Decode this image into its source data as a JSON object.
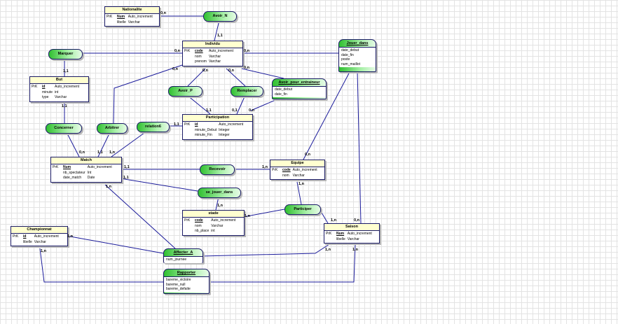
{
  "entities": [
    {
      "id": "nationalite",
      "name": "Nationalite",
      "rows": [
        {
          "key": "PrK",
          "attr": "Num",
          "type": "Auto_increment",
          "pk": true
        },
        {
          "key": "",
          "attr": "libelle",
          "type": "Varchar",
          "pk": false
        }
      ]
    },
    {
      "id": "individu",
      "name": "Individu",
      "rows": [
        {
          "key": "PrK",
          "attr": "code",
          "type": "Auto_increment",
          "pk": true
        },
        {
          "key": "",
          "attr": "nom",
          "type": "Varchar",
          "pk": false
        },
        {
          "key": "",
          "attr": "prenom",
          "type": "Varchar",
          "pk": false
        }
      ]
    },
    {
      "id": "but",
      "name": "But",
      "rows": [
        {
          "key": "PrK",
          "attr": "id",
          "type": "Auto_increment",
          "pk": true
        },
        {
          "key": "",
          "attr": "minute",
          "type": "int",
          "pk": false
        },
        {
          "key": "",
          "attr": "type",
          "type": "Varchar",
          "pk": false
        }
      ]
    },
    {
      "id": "participation",
      "name": "Participation",
      "rows": [
        {
          "key": "PrK",
          "attr": "id",
          "type": "Auto_increment",
          "pk": true
        },
        {
          "key": "",
          "attr": "minute_Debut",
          "type": "Integer",
          "pk": false
        },
        {
          "key": "",
          "attr": "minute_Fin",
          "type": "Integer",
          "pk": false
        }
      ]
    },
    {
      "id": "match",
      "name": "Match",
      "rows": [
        {
          "key": "PrK",
          "attr": "Num",
          "type": "Auto_increment",
          "pk": true
        },
        {
          "key": "",
          "attr": "nb_spectateur",
          "type": "Int",
          "pk": false
        },
        {
          "key": "",
          "attr": "date_match",
          "type": "Date",
          "pk": false
        }
      ]
    },
    {
      "id": "equipe",
      "name": "Equipe",
      "rows": [
        {
          "key": "PrK",
          "attr": "code",
          "type": "Auto_increment",
          "pk": true
        },
        {
          "key": "",
          "attr": "nom",
          "type": "Varchar",
          "pk": false
        }
      ]
    },
    {
      "id": "stade",
      "name": "stade",
      "rows": [
        {
          "key": "PrK",
          "attr": "code",
          "type": "Auto_increment",
          "pk": true
        },
        {
          "key": "",
          "attr": "nom",
          "type": "Varchar",
          "pk": false
        },
        {
          "key": "",
          "attr": "nb_place",
          "type": "int",
          "pk": false
        }
      ]
    },
    {
      "id": "championnat",
      "name": "Championnat",
      "rows": [
        {
          "key": "PrK",
          "attr": "id",
          "type": "Auto_increment",
          "pk": true
        },
        {
          "key": "",
          "attr": "libelle",
          "type": "Varchar",
          "pk": false
        }
      ]
    },
    {
      "id": "saison",
      "name": "Saison",
      "rows": [
        {
          "key": "PrK",
          "attr": "Num",
          "type": "Auto_increment",
          "pk": true
        },
        {
          "key": "",
          "attr": "libelle",
          "type": "Varchar",
          "pk": false
        }
      ]
    }
  ],
  "relations": [
    {
      "id": "avoir_n",
      "name": "Avoir_N",
      "attrs": []
    },
    {
      "id": "marquer",
      "name": "Marquer",
      "attrs": []
    },
    {
      "id": "jouer_dans",
      "name": "Jouer_dans",
      "attrs": [
        "date_debut",
        "date_fin",
        "poste",
        "num_maillot"
      ]
    },
    {
      "id": "avoir_p",
      "name": "Avoir_P",
      "attrs": []
    },
    {
      "id": "remplacer",
      "name": "Remplacer",
      "attrs": []
    },
    {
      "id": "avoir_pour_entraineur",
      "name": "Avoir_pour_entraineur",
      "attrs": [
        "date_debut",
        "date_fin"
      ]
    },
    {
      "id": "concerner",
      "name": "Concerner",
      "attrs": []
    },
    {
      "id": "arbitrer",
      "name": "Arbitrer",
      "attrs": []
    },
    {
      "id": "relation6",
      "name": "relation6",
      "attrs": []
    },
    {
      "id": "recevoir",
      "name": "Recevoir",
      "attrs": []
    },
    {
      "id": "se_jouer_dans",
      "name": "se_jouer_dans",
      "attrs": []
    },
    {
      "id": "participer",
      "name": "Participer",
      "attrs": []
    },
    {
      "id": "affecter_a",
      "name": "Affecter_A",
      "attrs": [
        "num_journee"
      ]
    },
    {
      "id": "rapporter",
      "name": "Rapporter",
      "attrs": [
        "bareme_victoire",
        "bareme_null",
        "bareme_defaite"
      ]
    }
  ],
  "links": [
    {
      "from": "nationalite",
      "to": "avoir_n",
      "c1": "0,n",
      "c2": null
    },
    {
      "from": "avoir_n",
      "to": "individu",
      "c1": null,
      "c2": "1,1"
    },
    {
      "from": "marquer",
      "to": "individu",
      "c1": null,
      "c2": "0,n"
    },
    {
      "from": "marquer",
      "to": "but",
      "c1": null,
      "c2": "1,1"
    },
    {
      "from": "individu",
      "to": "jouer_dans",
      "c1": "0,n",
      "c2": null
    },
    {
      "from": "jouer_dans",
      "to": "equipe",
      "c1": null,
      "c2": "0,n"
    },
    {
      "from": "jouer_dans",
      "to": "saison",
      "c1": null,
      "c2": "0,n"
    },
    {
      "from": "individu",
      "to": "avoir_p",
      "c1": "0,n",
      "c2": null
    },
    {
      "from": "avoir_p",
      "to": "participation",
      "c1": null,
      "c2": "1,1"
    },
    {
      "from": "individu",
      "to": "remplacer",
      "c1": "0,n",
      "c2": null
    },
    {
      "from": "remplacer",
      "to": "participation",
      "c1": null,
      "c2": "0,1"
    },
    {
      "from": "individu",
      "to": "avoir_pour_entraineur",
      "c1": "0,n",
      "c2": null
    },
    {
      "from": "avoir_pour_entraineur",
      "to": "participation",
      "c1": null,
      "c2": "0,n"
    },
    {
      "from": "individu",
      "to": "arbitrer",
      "c1": "0,n",
      "c2": null
    },
    {
      "from": "arbitrer",
      "to": "match",
      "c1": null,
      "c2": "1,1"
    },
    {
      "from": "but",
      "to": "concerner",
      "c1": "1,1",
      "c2": null
    },
    {
      "from": "concerner",
      "to": "match",
      "c1": null,
      "c2": "0,n"
    },
    {
      "from": "relation6",
      "to": "participation",
      "c1": null,
      "c2": "1,1"
    },
    {
      "from": "relation6",
      "to": "match",
      "c1": null,
      "c2": "1,n"
    },
    {
      "from": "match",
      "to": "recevoir",
      "c1": "1,1",
      "c2": null
    },
    {
      "from": "recevoir",
      "to": "equipe",
      "c1": null,
      "c2": "1,n"
    },
    {
      "from": "match",
      "to": "se_jouer_dans",
      "c1": "1,1",
      "c2": null
    },
    {
      "from": "se_jouer_dans",
      "to": "stade",
      "c1": null,
      "c2": "1,n"
    },
    {
      "from": "equipe",
      "to": "participer",
      "c1": "1,n",
      "c2": null
    },
    {
      "from": "participer",
      "to": "stade",
      "c1": null,
      "c2": "1,n"
    },
    {
      "from": "participer",
      "to": "saison",
      "c1": null,
      "c2": "1,n"
    },
    {
      "from": "match",
      "to": "affecter_a",
      "c1": "1,n",
      "c2": null
    },
    {
      "from": "championnat",
      "to": "affecter_a",
      "c1": "1,n",
      "c2": null
    },
    {
      "from": "affecter_a",
      "to": "saison",
      "c1": null,
      "c2": "1,n"
    },
    {
      "from": "championnat",
      "to": "rapporter",
      "c1": "1,n",
      "c2": null
    },
    {
      "from": "rapporter",
      "to": "saison",
      "c1": null,
      "c2": "1,n"
    }
  ]
}
